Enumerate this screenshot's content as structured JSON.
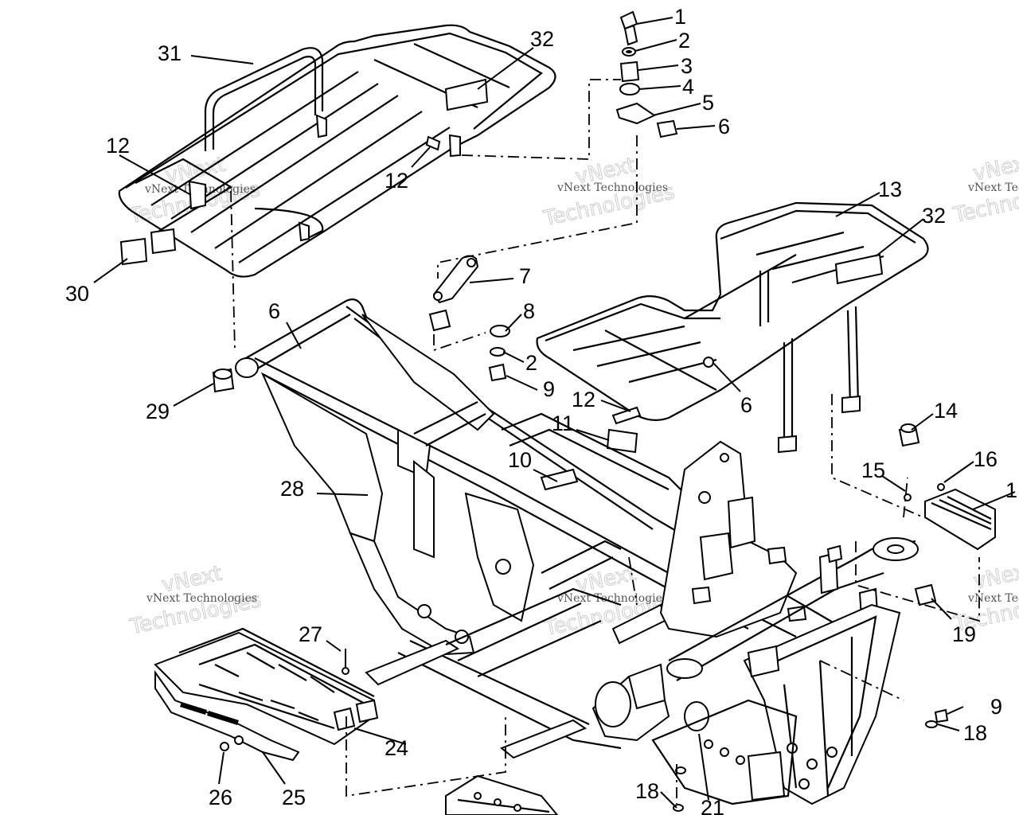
{
  "watermark": {
    "line1": "vNext",
    "line2": "Technologies",
    "line3": "vNext Technologies"
  },
  "callouts": [
    {
      "id": "1",
      "text": "1"
    },
    {
      "id": "2a",
      "text": "2"
    },
    {
      "id": "3",
      "text": "3"
    },
    {
      "id": "4",
      "text": "4"
    },
    {
      "id": "5",
      "text": "5"
    },
    {
      "id": "6a",
      "text": "6"
    },
    {
      "id": "32a",
      "text": "32"
    },
    {
      "id": "31",
      "text": "31"
    },
    {
      "id": "12a",
      "text": "12"
    },
    {
      "id": "12b",
      "text": "12"
    },
    {
      "id": "13",
      "text": "13"
    },
    {
      "id": "32b",
      "text": "32"
    },
    {
      "id": "30",
      "text": "30"
    },
    {
      "id": "7",
      "text": "7"
    },
    {
      "id": "8",
      "text": "8"
    },
    {
      "id": "6b",
      "text": "6"
    },
    {
      "id": "2b",
      "text": "2"
    },
    {
      "id": "9a",
      "text": "9"
    },
    {
      "id": "29",
      "text": "29"
    },
    {
      "id": "12c",
      "text": "12"
    },
    {
      "id": "6c",
      "text": "6"
    },
    {
      "id": "14",
      "text": "14"
    },
    {
      "id": "11",
      "text": "11"
    },
    {
      "id": "10",
      "text": "10"
    },
    {
      "id": "28",
      "text": "28"
    },
    {
      "id": "15",
      "text": "15"
    },
    {
      "id": "16",
      "text": "16"
    },
    {
      "id": "17",
      "text": "1"
    },
    {
      "id": "19",
      "text": "19"
    },
    {
      "id": "27",
      "text": "27"
    },
    {
      "id": "9b",
      "text": "9"
    },
    {
      "id": "18a",
      "text": "18"
    },
    {
      "id": "24",
      "text": "24"
    },
    {
      "id": "26",
      "text": "26"
    },
    {
      "id": "25",
      "text": "25"
    },
    {
      "id": "18b",
      "text": "18"
    },
    {
      "id": "21",
      "text": "21"
    }
  ]
}
